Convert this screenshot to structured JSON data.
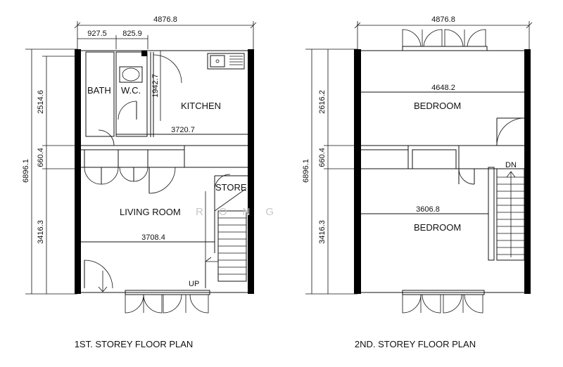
{
  "plan1": {
    "title": "1ST. STOREY FLOOR PLAN",
    "dims": {
      "overall_width": "4876.8",
      "bath_width": "927.5",
      "wc_width": "825.9",
      "overall_height": "6896.1",
      "upper_zone": "2514.6",
      "middle_zone": "660.4",
      "lower_zone": "3416.3",
      "kitchen_depth": "1942.7",
      "kitchen_width": "3720.7",
      "living_width": "3708.4"
    },
    "rooms": {
      "bath": "BATH",
      "wc": "W.C.",
      "kitchen": "KITCHEN",
      "living": "LIVING ROOM",
      "store": "STORE"
    },
    "stair_label": "UP"
  },
  "plan2": {
    "title": "2ND. STOREY FLOOR PLAN",
    "dims": {
      "overall_width": "4876.8",
      "overall_height": "6896.1",
      "upper_zone": "2616.2",
      "middle_zone": "660.4",
      "lower_zone": "3416.3",
      "bedroom1_width": "4648.2",
      "bedroom2_width": "3606.8"
    },
    "rooms": {
      "bedroom1": "BEDROOM",
      "bedroom2": "BEDROOM"
    },
    "stair_label": "DN"
  },
  "watermark": "RONG"
}
